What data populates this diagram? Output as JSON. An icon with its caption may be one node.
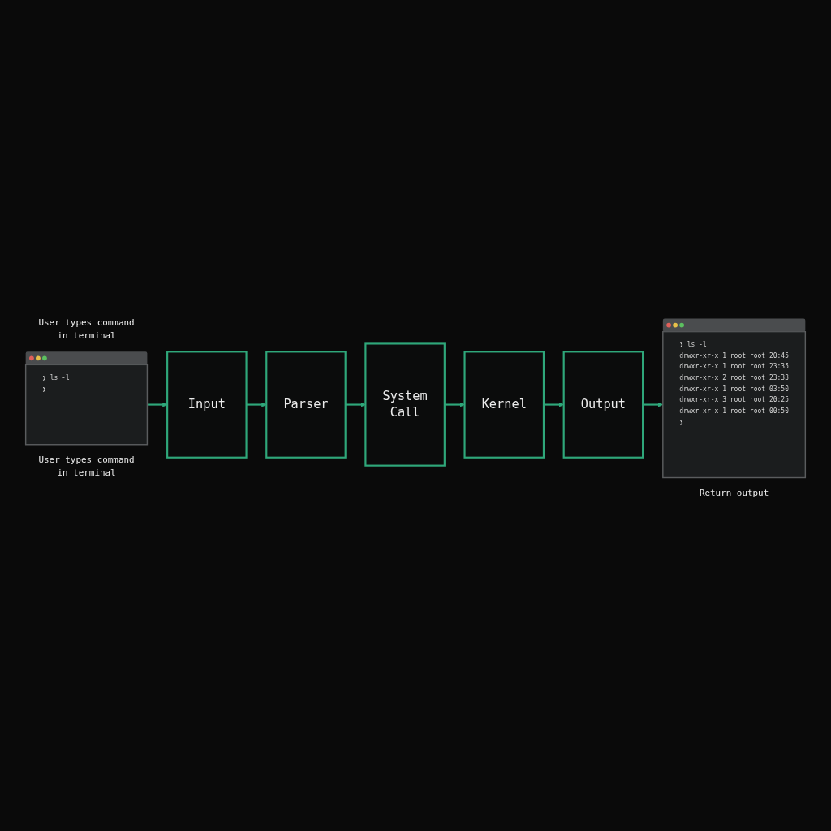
{
  "diagram": {
    "nodes": [
      {
        "text": [
          "❯ ls -l",
          "❯"
        ],
        "beside": [
          "User types command in terminal",
          "User types command in terminal"
        ]
      },
      {
        "text": [
          "Input"
        ]
      },
      {
        "text": [
          "Parser"
        ]
      },
      {
        "text": [
          "System Call"
        ]
      },
      {
        "text": [
          "Kernel"
        ]
      },
      {
        "text": [
          "Output"
        ]
      },
      {
        "text": [
          "❯ ls -l",
          "drwxr-xr-x 1 root root 20:45",
          "drwxr-xr-x 1 root root 23:35",
          "drwxr-xr-x 2 root root 23:33",
          "drwxr-xr-x 1 root root 03:50",
          "drwxr-xr-x 3 root root 20:25",
          "drwxr-xr-x 1 root root 00:50",
          "❯"
        ],
        "beside": [
          "Return output"
        ]
      }
    ],
    "edges": [
      {
        "from": 0,
        "to": 1,
        "arrow": "to"
      },
      {
        "from": 1,
        "to": 2,
        "arrow": "to"
      },
      {
        "from": 2,
        "to": 3,
        "arrow": "to"
      },
      {
        "from": 3,
        "to": 4,
        "arrow": "to"
      },
      {
        "from": 4,
        "to": 5,
        "arrow": "to"
      },
      {
        "from": 5,
        "to": 6,
        "arrow": "to"
      }
    ]
  }
}
